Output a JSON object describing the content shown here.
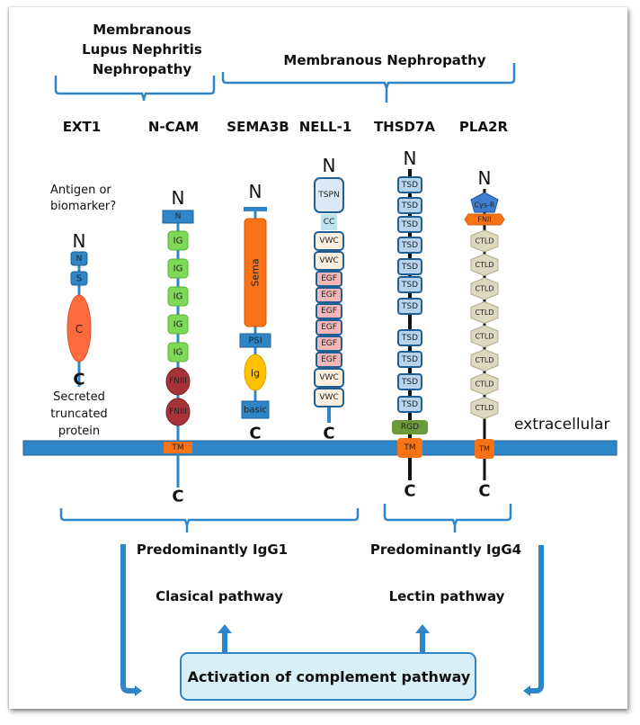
{
  "groups": {
    "lupus": "Membranous|Lupus Nephritis|Nephropathy",
    "mn": "Membranous Nephropathy"
  },
  "antigens": {
    "ext1": "EXT1",
    "ncam": "N-CAM",
    "sema3b": "SEMA3B",
    "nell1": "NELL-1",
    "thsd7a": "THSD7A",
    "pla2r": "PLA2R"
  },
  "notes": {
    "antigen_q_1": "Antigen or",
    "antigen_q_2": "biomarker?",
    "secreted_1": "Secreted",
    "secreted_2": "truncated",
    "secreted_3": "protein",
    "extracellular": "extracellular"
  },
  "termini": {
    "n": "N",
    "c": "C"
  },
  "proteins": {
    "ext1": {
      "domains": [
        "N",
        "S",
        "C"
      ]
    },
    "ncam": {
      "domains": [
        "N",
        "IG",
        "IG",
        "IG",
        "IG",
        "IG",
        "FNIII",
        "FNIII",
        "TM"
      ]
    },
    "sema3b": {
      "domains": [
        "Sema",
        "PSI",
        "Ig",
        "basic"
      ]
    },
    "nell1": {
      "domains": [
        "TSPN",
        "CC",
        "VWC",
        "VWC",
        "EGF",
        "EGF",
        "EGF",
        "EGF",
        "EGF",
        "EGF",
        "VWC",
        "VWC"
      ]
    },
    "thsd7a": {
      "domains": [
        "TSD",
        "TSD",
        "TSD",
        "TSD",
        "TSD",
        "TSD",
        "TSD",
        "TSD",
        "TSD",
        "TSD",
        "TSD",
        "RGD",
        "TM"
      ]
    },
    "pla2r": {
      "domains": [
        "Cys-R",
        "FNII",
        "CTLD",
        "CTLD",
        "CTLD",
        "CTLD",
        "CTLD",
        "CTLD",
        "CTLD",
        "CTLD",
        "TM"
      ]
    }
  },
  "bottom": {
    "igg1": "Predominantly IgG1",
    "igg4": "Predominantly IgG4",
    "classical": "Clasical pathway",
    "lectin": "Lectin pathway",
    "activation": "Activation of complement pathway"
  },
  "colors": {
    "blue": "#2e86c8",
    "dark_blue": "#1f5f96",
    "orange": "#f97316",
    "green": "#7ed957",
    "maroon": "#a8323a",
    "salmon": "#ff6b3d",
    "tsd_fill": "#b8d4ec",
    "egf_fill": "#f4b6b6",
    "vwc_fill": "#fdeedd",
    "tspn_fill": "#dce8f5",
    "cc_fill": "#bfe3ee",
    "ctld_fill": "#ddd9c0",
    "rgd_fill": "#6b9a3a",
    "ig_fill": "#ffc000",
    "box_fill": "#d9eff8"
  }
}
